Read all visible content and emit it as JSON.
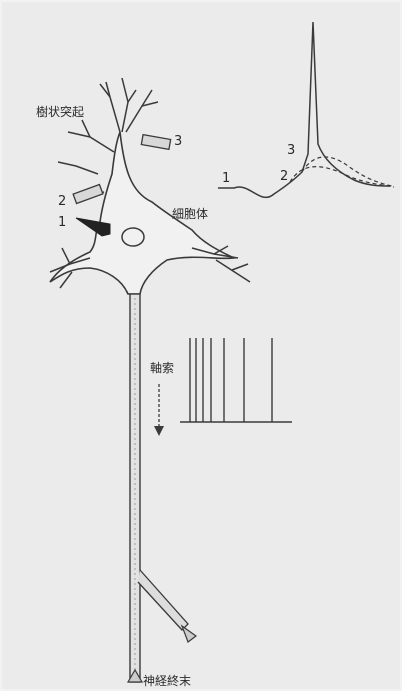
{
  "labels": {
    "dendrite": "樹状突起",
    "soma": "細胞体",
    "axon": "軸索",
    "terminal": "神経終末"
  },
  "markers": {
    "m1": "1",
    "m2": "2",
    "m3": "3"
  },
  "action_potential_inset": {
    "labels": [
      "1",
      "2",
      "3"
    ]
  },
  "colors": {
    "background": "#ebebeb",
    "line": "#3a3a3a"
  }
}
